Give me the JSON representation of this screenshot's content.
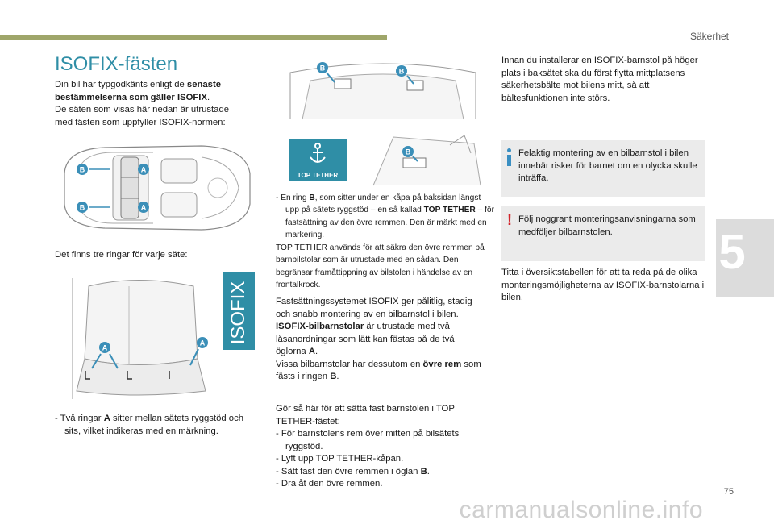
{
  "header": {
    "section": "Säkerhet"
  },
  "title": "ISOFIX-fästen",
  "col1": {
    "intro_1": "Din bil har typgodkänts enligt de ",
    "intro_bold": "senaste bestämmelserna som gäller ISOFIX",
    "intro_2": ".",
    "intro_3": "De säten som visas här nedan är utrustade med fästen som uppfyller ISOFIX-normen:",
    "rings_heading": "Det finns tre ringar för varje säte:",
    "ring_a_1": "Två ringar ",
    "ring_a_bold": "A",
    "ring_a_2": " sitter mellan sätets ryggstöd och sits, vilket indikeras med en märkning."
  },
  "figure": {
    "label_a": "A",
    "label_b": "B",
    "isofix_tag": "ISOFIX",
    "top_tether_tag": "TOP TETHER"
  },
  "col2": {
    "ring_b_1": "En ring ",
    "ring_b_bold": "B",
    "ring_b_2": ", som sitter under en kåpa på baksidan längst upp på sätets ryggstöd – en så kallad ",
    "ring_b_bold2": "TOP TETHER",
    "ring_b_3": " – för fastsättning av den övre remmen. Den är märkt med en markering.",
    "tt_text": "TOP TETHER används för att säkra den övre remmen på barnbilstolar som är utrustade med en sådan. Den begränsar framåttippning av bilstolen i händelse av en frontalkrock.",
    "system_text": "Fastsättningssystemet ISOFIX ger pålitlig, stadig och snabb montering av en bilbarnstol i bilen.",
    "seat_bold": "ISOFIX-bilbarnstolar",
    "seat_text": " är utrustade med två låsanordningar som lätt kan fästas på de två öglorna ",
    "seat_a": "A",
    "seat_end": ".",
    "upper_text": "Vissa bilbarnstolar har dessutom en ",
    "upper_bold": "övre rem",
    "upper_text2": " som fästs i ringen ",
    "upper_b": "B",
    "upper_end": ".",
    "howto_heading": "Gör så här för att sätta fast barnstolen i TOP TETHER-fästet:",
    "steps": [
      "För barnstolens rem över mitten på bilsätets ryggstöd.",
      "Lyft upp TOP TETHER-kåpan.",
      "Sätt fast den övre remmen i öglan ",
      "Dra åt den övre remmen."
    ],
    "step3_bold": "B",
    "step3_end": "."
  },
  "col3": {
    "before_text": "Innan du installerar en ISOFIX-barnstol på höger plats i baksätet ska du först flytta mittplatsens säkerhetsbälte mot bilens mitt, så att bältesfunktionen inte störs.",
    "info_note": "Felaktig montering av en bilbarnstol i bilen innebär risker för barnet om en olycka skulle inträffa.",
    "warn_note": "Följ noggrant monteringsanvisningarna som medföljer bilbarnstolen.",
    "overview_text": "Titta i översiktstabellen för att ta reda på de olika monteringsmöjligheterna av ISOFIX-barnstolarna i bilen."
  },
  "footer": {
    "chapter": "5",
    "page": "75",
    "watermark": "carmanualsonline.info"
  },
  "colors": {
    "accent": "#2f8ea6",
    "label": "#3b8fb8",
    "bar": "#9fa66a",
    "warn": "#d2232a"
  }
}
